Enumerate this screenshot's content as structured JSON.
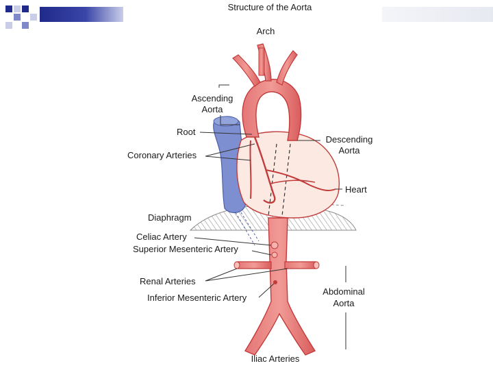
{
  "title": "Structure of the Aorta",
  "labels": {
    "arch": "Arch",
    "ascending_1": "Ascending",
    "ascending_2": "Aorta",
    "root": "Root",
    "coronary": "Coronary Arteries",
    "descending_1": "Descending",
    "descending_2": "Aorta",
    "heart": "Heart",
    "diaphragm": "Diaphragm",
    "celiac": "Celiac Artery",
    "superior_mesenteric": "Superior Mesenteric Artery",
    "renal": "Renal Arteries",
    "inferior_mesenteric": "Inferior Mesenteric Artery",
    "abdominal_1": "Abdominal",
    "abdominal_2": "Aorta",
    "iliac": "Iliac Arteries"
  },
  "colors": {
    "artery": "#e06a6a",
    "artery_dark": "#c23b3b",
    "vein": "#7d8fd0",
    "heart": "#fbe9e2",
    "deco_dark": "#1f2a8a"
  }
}
